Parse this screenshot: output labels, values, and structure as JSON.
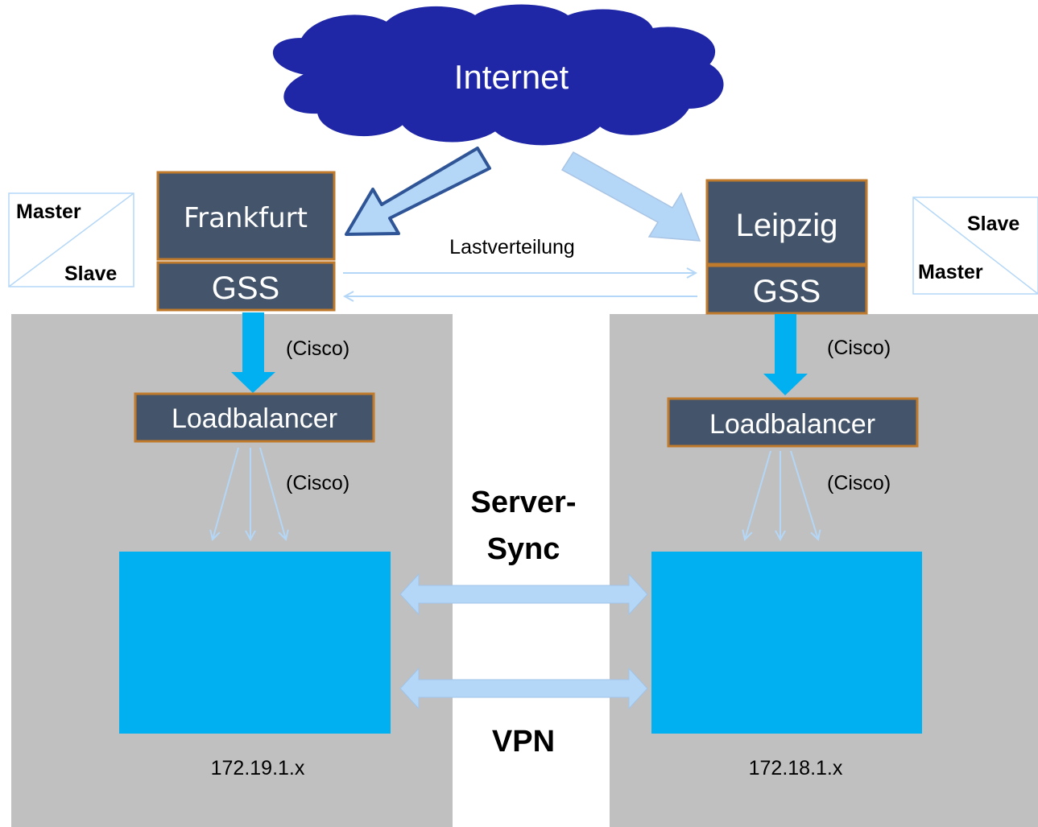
{
  "cloud": {
    "label": "Internet"
  },
  "sites": [
    {
      "name": "Frankfurt",
      "gss_label": "GSS",
      "gss_vendor": "(Cisco)",
      "loadbalancer_label": "Loadbalancer",
      "lb_vendor": "(Cisco)",
      "subnet": "172.19.1.x",
      "role_top": "Master",
      "role_bottom": "Slave"
    },
    {
      "name": "Leipzig",
      "gss_label": "GSS",
      "gss_vendor": "(Cisco)",
      "loadbalancer_label": "Loadbalancer",
      "lb_vendor": "(Cisco)",
      "subnet": "172.18.1.x",
      "role_top": "Slave",
      "role_bottom": "Master"
    }
  ],
  "links": {
    "load_distribution": "Lastverteilung",
    "server_sync_line1": "Server-",
    "server_sync_line2": "Sync",
    "vpn": "VPN"
  },
  "colors": {
    "zone_bg": "#c0c0c0",
    "node_fill": "#44546a",
    "node_border": "#c07a2c",
    "server_fill": "#00b0f0",
    "cloud_fill": "#1f27a6",
    "arrow_light": "#b4d7f7",
    "arrow_dark": "#2f5597"
  }
}
